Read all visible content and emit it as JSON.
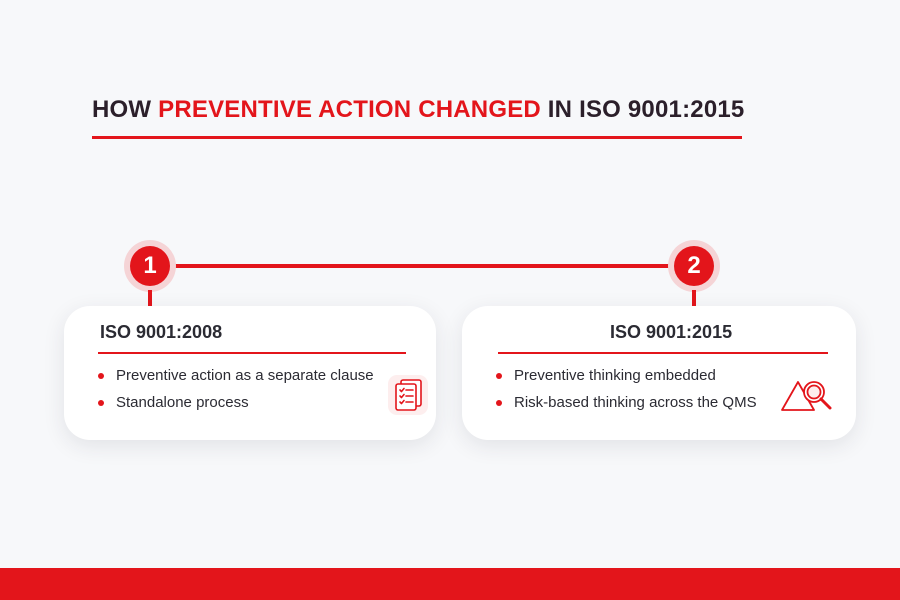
{
  "title": {
    "part1": "HOW ",
    "accent": "PREVENTIVE ACTION CHANGED",
    "part2": " IN ISO 9001:2015"
  },
  "colors": {
    "accent": "#e3151b",
    "text": "#2b2b33",
    "background": "#f7f8fa",
    "card": "#ffffff"
  },
  "steps": [
    {
      "number": "1",
      "heading": "ISO 9001:2008",
      "bullets": [
        "Preventive action as a separate clause",
        "Standalone process"
      ],
      "icon": "checklist-document-icon"
    },
    {
      "number": "2",
      "heading": "ISO 9001:2015",
      "bullets": [
        "Preventive thinking embedded",
        "Risk-based thinking across the QMS"
      ],
      "icon": "warning-magnifier-icon"
    }
  ]
}
